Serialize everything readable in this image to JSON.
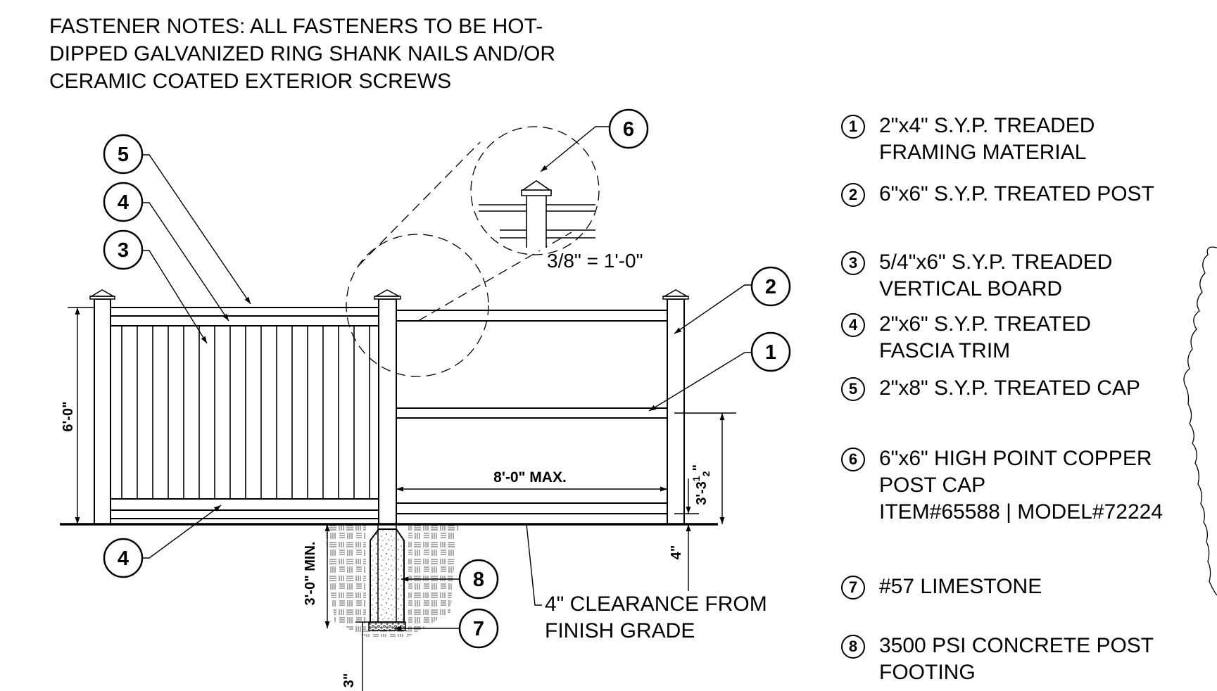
{
  "fastener_notes": [
    "FASTENER NOTES: ALL FASTENERS TO BE HOT-",
    "DIPPED GALVANIZED RING SHANK NAILS AND/OR",
    "CERAMIC COATED EXTERIOR SCREWS"
  ],
  "detail_scale": "3/8\" = 1'-0\"",
  "dimensions": {
    "height": "6'-0\"",
    "bay_width": "8'-0\" MAX.",
    "rail_height": "3'-3",
    "rail_height_fraction_num": "1",
    "rail_height_fraction_den": "2",
    "rail_height_tail": "\"",
    "clearance": "4\"",
    "embed": "3'-0\" MIN.",
    "gravel": "3\""
  },
  "clearance_note": [
    "4\" CLEARANCE FROM",
    "FINISH GRADE"
  ],
  "callouts": {
    "c1": "1",
    "c2": "2",
    "c3": "3",
    "c4a": "4",
    "c4b": "4",
    "c5": "5",
    "c6": "6",
    "c7": "7",
    "c8": "8"
  },
  "legend": [
    {
      "num": "1",
      "lines": [
        "2\"x4\" S.Y.P. TREADED",
        "FRAMING MATERIAL"
      ]
    },
    {
      "num": "2",
      "lines": [
        "6\"x6\" S.Y.P. TREATED POST"
      ]
    },
    {
      "num": "3",
      "lines": [
        "5/4\"x6\" S.Y.P. TREADED",
        "VERTICAL BOARD"
      ]
    },
    {
      "num": "4",
      "lines": [
        "2\"x6\" S.Y.P. TREATED",
        "FASCIA TRIM"
      ]
    },
    {
      "num": "5",
      "lines": [
        "2\"x8\" S.Y.P. TREATED CAP"
      ]
    },
    {
      "num": "6",
      "lines": [
        "6\"x6\" HIGH POINT COPPER",
        "POST CAP",
        "ITEM#65588 | MODEL#72224"
      ]
    },
    {
      "num": "7",
      "lines": [
        "#57 LIMESTONE"
      ]
    },
    {
      "num": "8",
      "lines": [
        "3500 PSI CONCRETE POST",
        "FOOTING"
      ]
    }
  ]
}
